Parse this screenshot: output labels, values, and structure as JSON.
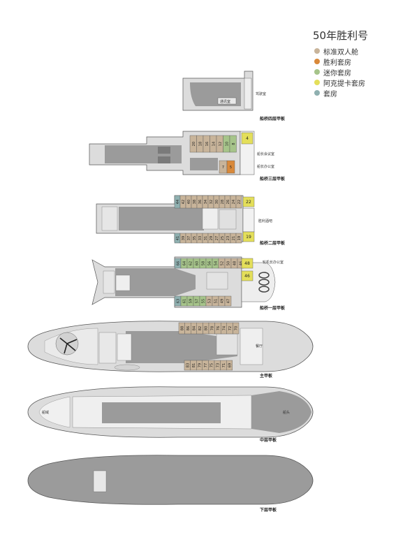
{
  "title": "50年胜利号",
  "legend": [
    {
      "label": "标准双人舱",
      "color": "#c8b49a"
    },
    {
      "label": "胜利套房",
      "color": "#d9893a"
    },
    {
      "label": "迷你套房",
      "color": "#a6c48a"
    },
    {
      "label": "阿克提卡套房",
      "color": "#e4df5a"
    },
    {
      "label": "套房",
      "color": "#8fb0b0"
    }
  ],
  "decks": {
    "bridge4": {
      "label": "船桥四层甲板",
      "rooms": [
        "驾驶室",
        "通讯室"
      ]
    },
    "bridge3": {
      "label": "船桥三层甲板",
      "rooms": [
        "船长会议室",
        "船长办公室"
      ]
    },
    "bridge2": {
      "label": "船桥二层甲板",
      "rooms": [
        "胜利酒吧"
      ]
    },
    "bridge1": {
      "label": "船桥一层甲板",
      "rooms": [
        "轮机长办公室"
      ]
    },
    "main": {
      "label": "主甲板",
      "rooms": [
        "餐厅"
      ]
    },
    "middle": {
      "label": "中层甲板",
      "rooms": [
        "船域",
        "船头"
      ]
    },
    "lower": {
      "label": "下层甲板",
      "rooms": []
    }
  },
  "cabins": {
    "bridge3_top": [
      "20",
      "18",
      "16",
      "14",
      "12",
      "10",
      "8"
    ],
    "bridge3_right": [
      "4"
    ],
    "bridge3_bottom": [
      "7",
      "5"
    ],
    "bridge2_top": [
      "44",
      "42",
      "40",
      "38",
      "36",
      "34",
      "32",
      "30",
      "28",
      "26",
      "24",
      "22"
    ],
    "bridge2_bottom": [
      "41",
      "39",
      "37",
      "35",
      "33",
      "31",
      "29",
      "27",
      "25",
      "23",
      "21",
      "19"
    ],
    "bridge1_top": [
      "66",
      "64",
      "62",
      "60",
      "58",
      "56",
      "54",
      "52",
      "50",
      "48",
      "46"
    ],
    "bridge1_bottom": [
      "63",
      "61",
      "59",
      "57",
      "55",
      "53",
      "51",
      "49",
      "47"
    ],
    "main_top": [
      "88",
      "86",
      "84",
      "82",
      "80",
      "78",
      "76",
      "74",
      "72",
      "70"
    ],
    "main_bottom": [
      "83",
      "81",
      "79",
      "77",
      "75",
      "73",
      "71",
      "69"
    ]
  }
}
